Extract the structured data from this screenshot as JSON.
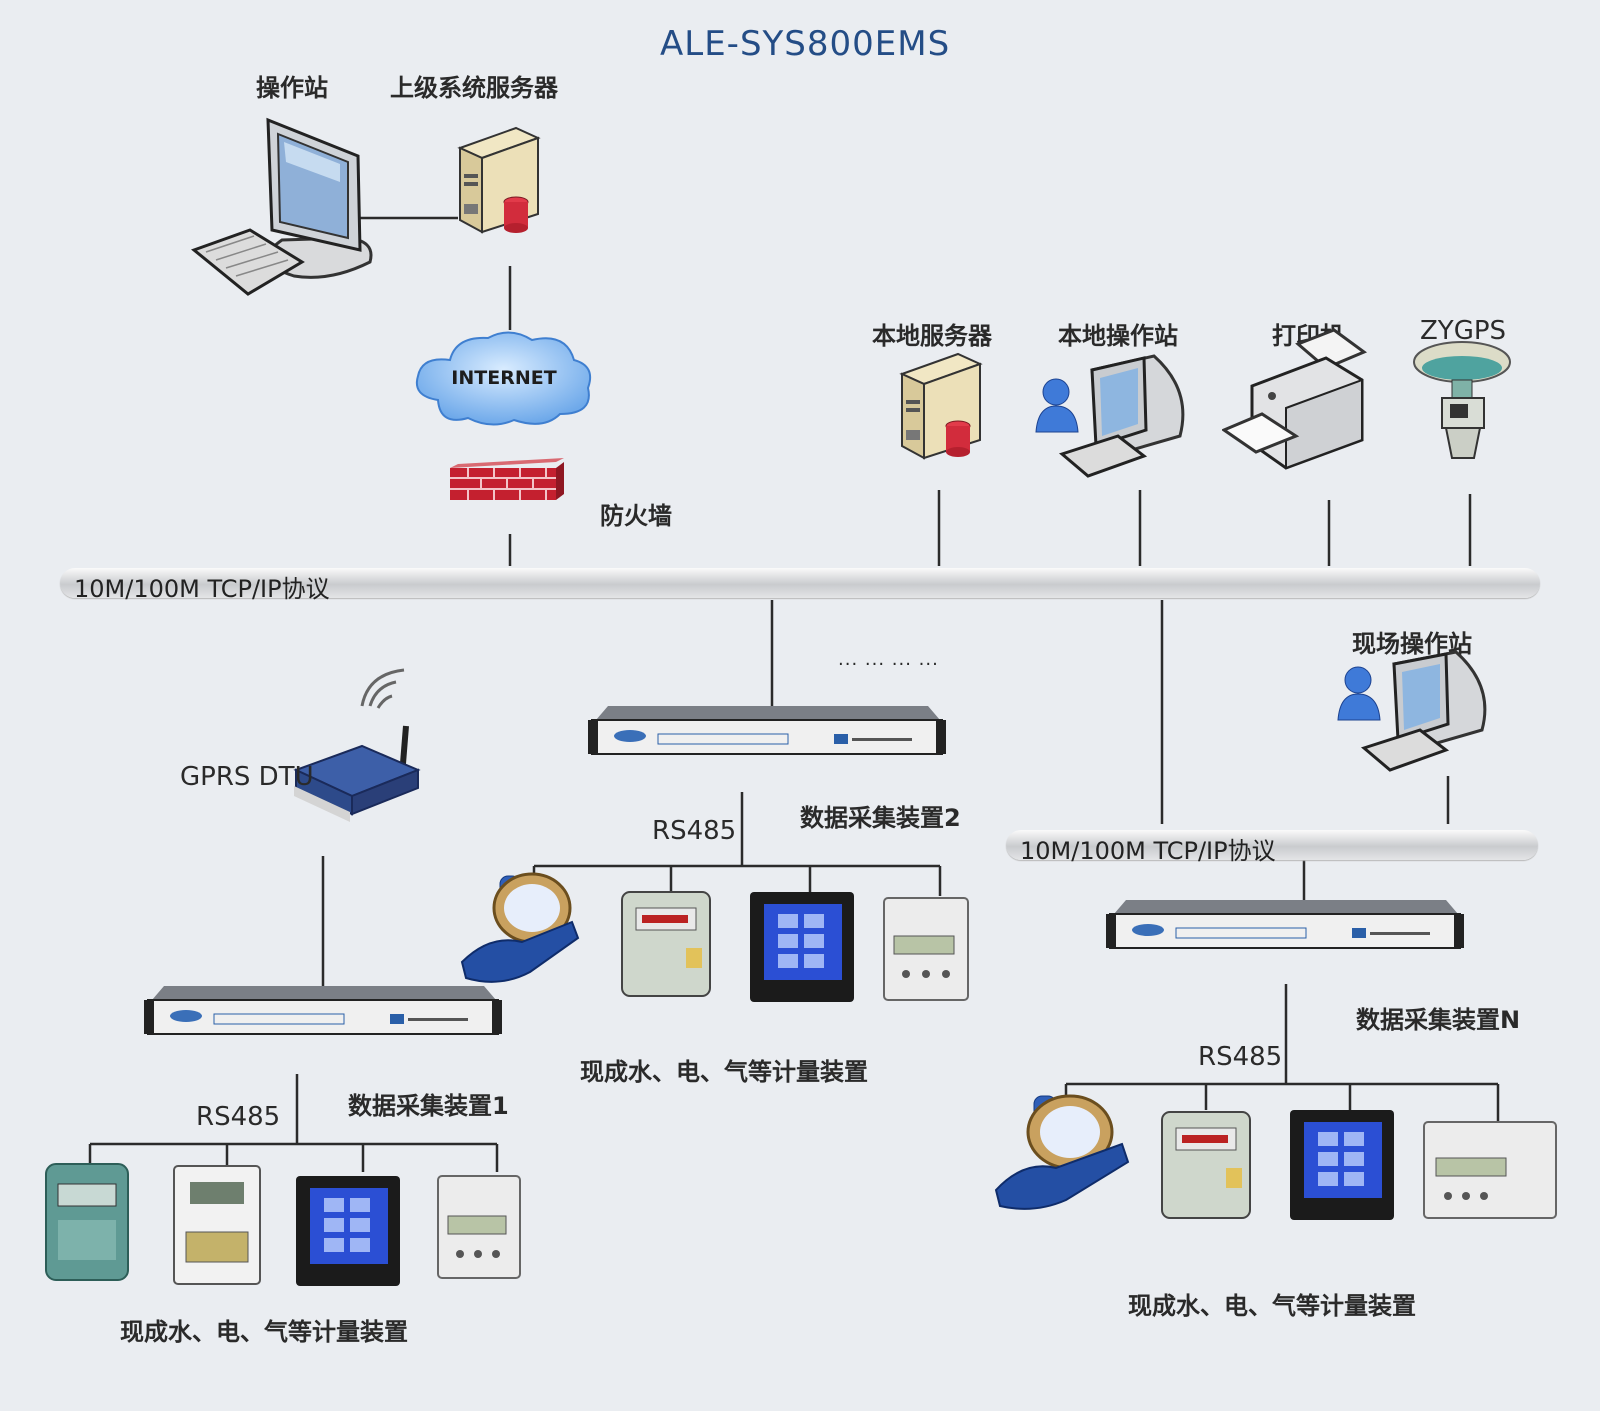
{
  "title": "ALE-SYS800EMS",
  "labels": {
    "operator_station": "操作站",
    "upper_server": "上级系统服务器",
    "internet": "INTERNET",
    "firewall": "防火墙",
    "local_server": "本地服务器",
    "local_station": "本地操作站",
    "printer": "打印机",
    "gps": "ZYGPS",
    "field_station": "现场操作站",
    "gprs": "GPRS DTU",
    "ellipsis": "··· ··· ··· ···",
    "collector1": "数据采集装置1",
    "collector2": "数据采集装置2",
    "collectorN": "数据采集装置N",
    "rs485": "RS485",
    "meters": "现成水、电、气等计量装置"
  },
  "buses": {
    "main": "10M/100M  TCP/IP协议",
    "secondary": "10M/100M  TCP/IP协议"
  }
}
